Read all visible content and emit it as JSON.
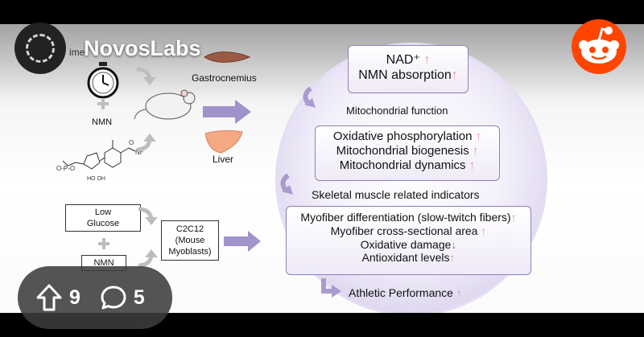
{
  "post": {
    "community": "NovosLabs",
    "upvotes": "9",
    "comments": "5"
  },
  "diagram": {
    "partial_time_label": "ime",
    "gastrocnemius": "Gastrocnemius",
    "nmn_label": "NMN",
    "liver": "Liver",
    "low_glucose_1": "Low",
    "low_glucose_2": "Glucose",
    "nmn_box": "NMN",
    "c2c12_1": "C2C12",
    "c2c12_2": "(Mouse",
    "c2c12_3": "Myoblasts)",
    "nad_box": [
      "NAD⁺",
      "NMN absorption"
    ],
    "mito_function": "Mitochondrial function",
    "mito_box": [
      "Oxidative phosphorylation",
      "Mitochondrial biogenesis",
      "Mitochondrial dynamics"
    ],
    "skeletal": "Skeletal muscle related indicators",
    "myo_box": [
      "Myofiber differentiation (slow-twitch fibers)",
      "Myofiber cross-sectional area",
      "Oxidative damage",
      "Antioxidant levels"
    ],
    "athletic": "Athletic Performance"
  }
}
